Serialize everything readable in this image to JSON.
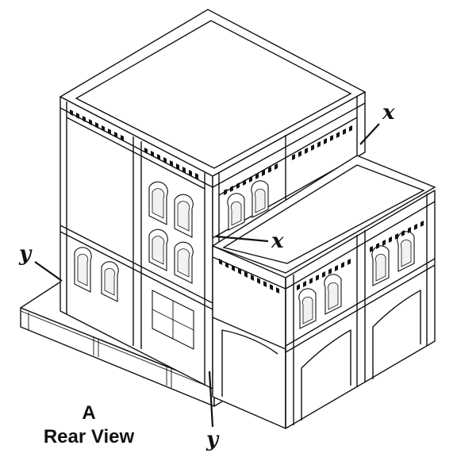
{
  "labels": {
    "x_top": "x",
    "x_mid": "x",
    "y_left": "y",
    "y_bottom": "y"
  },
  "caption": {
    "letter": "A",
    "title": "Rear View"
  }
}
